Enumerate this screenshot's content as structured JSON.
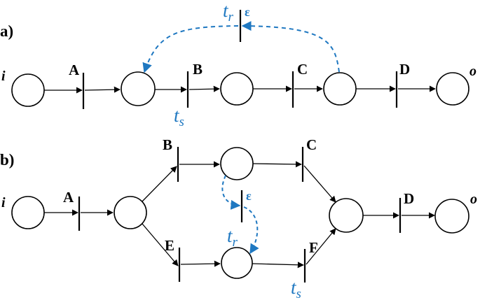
{
  "colors": {
    "ink": "#000000",
    "accent": "#1f78c1"
  },
  "panel_a": {
    "label": "a)",
    "input_place": "i",
    "output_place": "o",
    "transitions": {
      "A": "A",
      "B": "B",
      "C": "C",
      "D": "D",
      "eps": "ε"
    },
    "redo": {
      "t": "t",
      "sub": "r"
    },
    "skip": {
      "t": "t",
      "sub": "s"
    }
  },
  "panel_b": {
    "label": "b)",
    "input_place": "i",
    "output_place": "o",
    "transitions": {
      "A": "A",
      "B": "B",
      "C": "C",
      "D": "D",
      "E": "E",
      "F": "F",
      "eps": "ε"
    },
    "redo": {
      "t": "t",
      "sub": "r"
    },
    "skip": {
      "t": "t",
      "sub": "s"
    }
  }
}
